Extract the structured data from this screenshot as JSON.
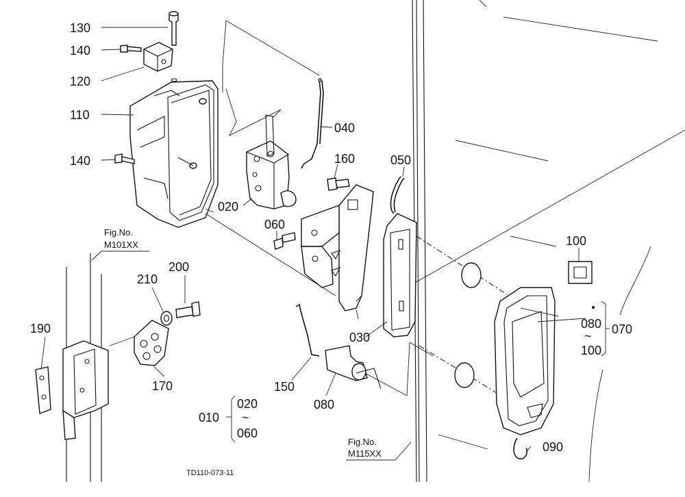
{
  "labels": {
    "p130": "130",
    "p140a": "140",
    "p120": "120",
    "p110": "110",
    "p140b": "140",
    "p040": "040",
    "p160": "160",
    "p050": "050",
    "p020": "020",
    "p060": "060",
    "p100": "100",
    "p030": "030",
    "p200": "200",
    "p210": "210",
    "p190": "190",
    "p170": "170",
    "p150": "150",
    "p080a": "080",
    "p080b": "080",
    "p100b": "100",
    "p070": "070",
    "p090": "090",
    "g010": "010",
    "g020": "020",
    "g060": "060",
    "tilde1": "~",
    "tilde2": "~"
  },
  "refs": {
    "fig1_title": "Fig.No.",
    "fig1_code": "M101XX",
    "fig2_title": "Fig.No.",
    "fig2_code": "M115XX"
  },
  "drawing_code": "TD110-073-11"
}
